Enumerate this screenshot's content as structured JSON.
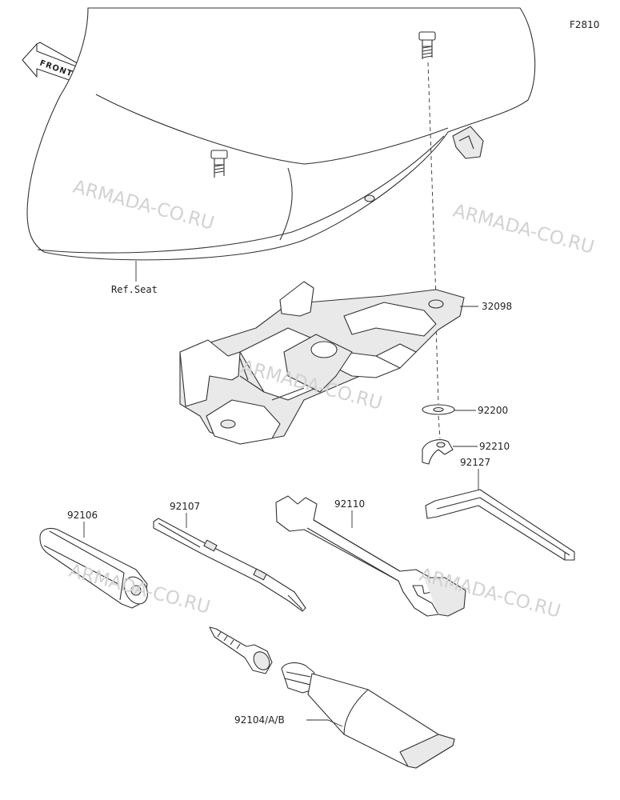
{
  "diagram_code": "F2810",
  "front_label": "FRONT",
  "reference": {
    "seat": "Ref.Seat"
  },
  "watermark": "ARMADA-CO.RU",
  "parts": {
    "p32098": "32098",
    "p92200": "92200",
    "p92210": "92210",
    "p92127": "92127",
    "p92106": "92106",
    "p92107": "92107",
    "p92110": "92110",
    "p92104": "92104/A/B"
  }
}
